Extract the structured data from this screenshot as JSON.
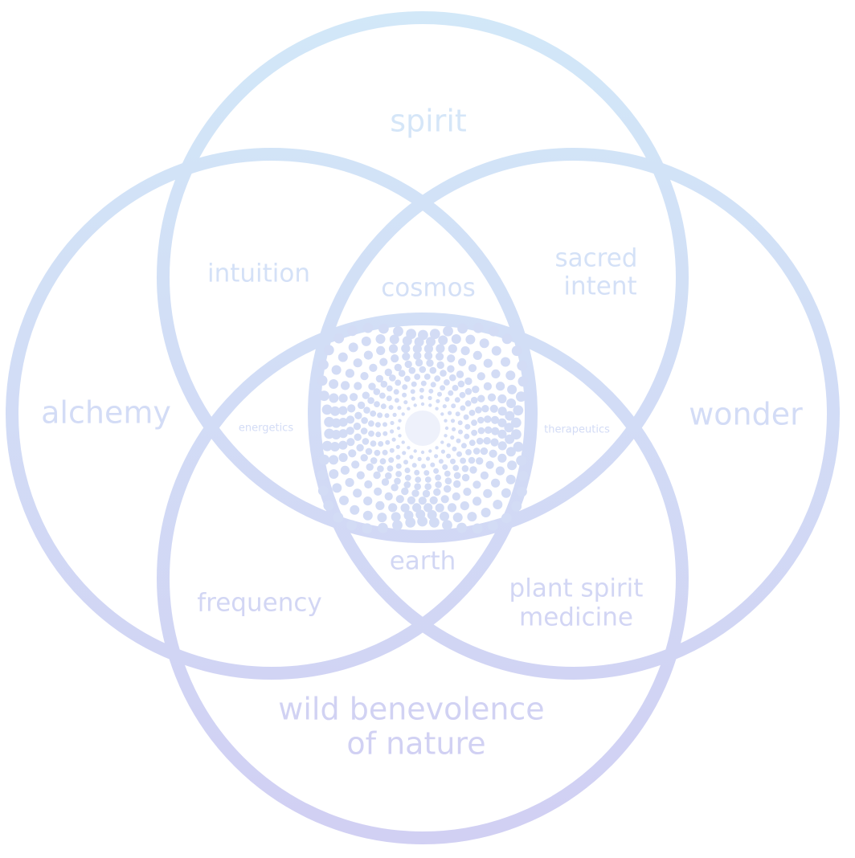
{
  "colors": {
    "top": "#d2e8f8",
    "bottom": "#d1cff3",
    "text_top": "#d6eaf9",
    "text_bottom": "#d0cdf2",
    "dots": "#d3dcf5"
  },
  "labels": {
    "spirit": "spirit",
    "intuition": "intuition",
    "cosmos": "cosmos",
    "sacred_1": "sacred",
    "sacred_2": "intent",
    "alchemy": "alchemy",
    "energetics": "energetics",
    "therapeutics": "therapeutics",
    "wonder": "wonder",
    "earth": "earth",
    "frequency": "frequency",
    "plant_1": "plant spirit",
    "plant_2": "medicine",
    "wild_1": "wild benevolence",
    "wild_2": "of nature"
  },
  "center_icon": "radial-dot-mandala-icon"
}
